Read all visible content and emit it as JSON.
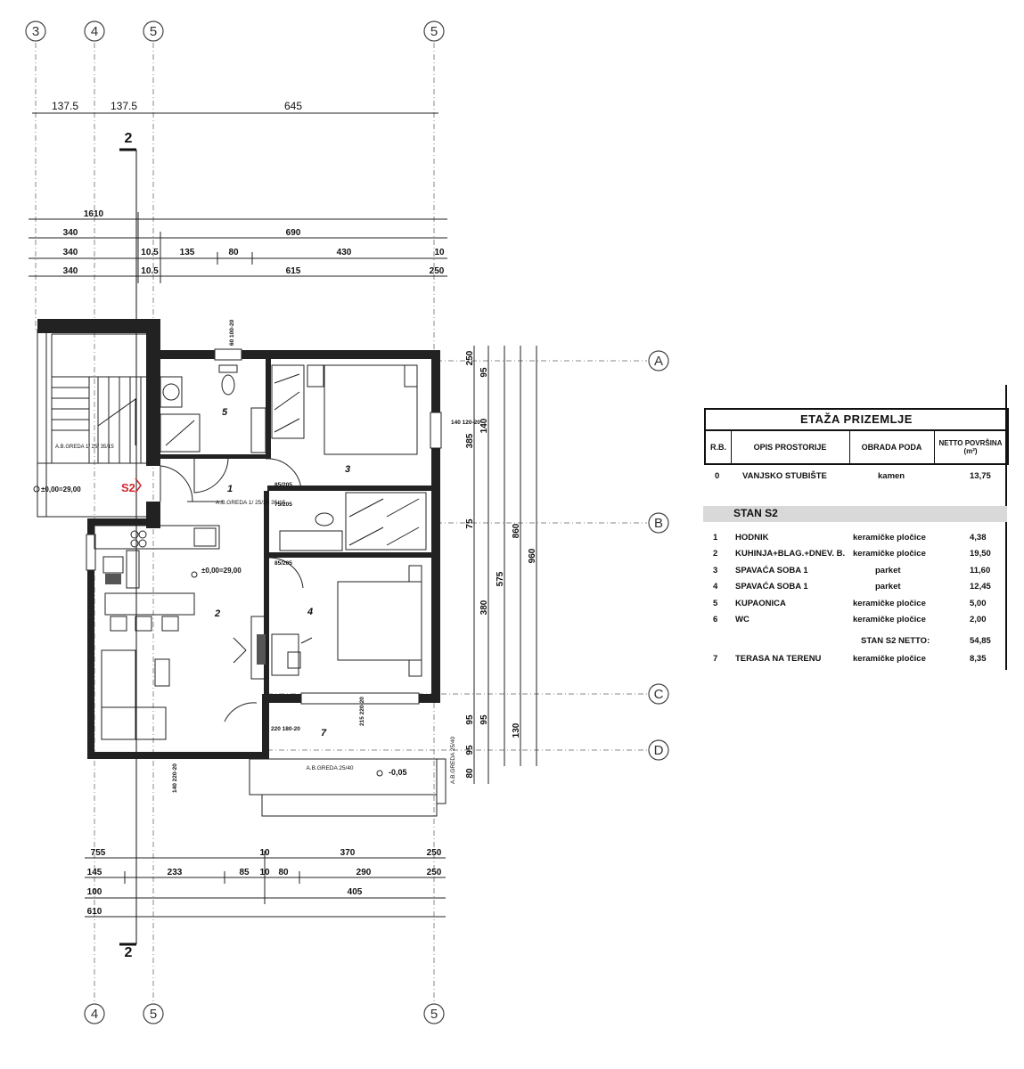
{
  "axes": {
    "top": [
      "3",
      "4",
      "5",
      "5"
    ],
    "right": [
      "A",
      "B",
      "C",
      "D"
    ],
    "bottom": [
      "4",
      "5",
      "5"
    ]
  },
  "section_marks": [
    "2",
    "2"
  ],
  "label_s2": "S2",
  "dims_top": {
    "row0": [
      "137.5",
      "137.5",
      "645"
    ],
    "row1": [
      "1610"
    ],
    "row2": [
      "340",
      "690"
    ],
    "row3": [
      "340",
      "10.5",
      "135",
      "80",
      "430",
      "10"
    ],
    "row4": [
      "340",
      "10.5",
      "615",
      "250"
    ]
  },
  "dims_bottom": {
    "row1": [
      "755",
      "10",
      "370",
      "250"
    ],
    "row2": [
      "145",
      "233",
      "85",
      "10",
      "80",
      "290",
      "250"
    ],
    "row3": [
      "100",
      "405"
    ],
    "row4": [
      "610"
    ]
  },
  "dims_right": [
    "250",
    "95",
    "140",
    "385",
    "75",
    "575",
    "380",
    "860",
    "960",
    "95",
    "95",
    "95",
    "130",
    "80"
  ],
  "rooms": [
    "1",
    "2",
    "3",
    "4",
    "5",
    "7"
  ],
  "annotations": {
    "level_left": "±0,00=29,00",
    "level_living": "±0,00=29,00",
    "level_terrace": "-0,05",
    "beam_stair": "A.B.GREDA 1/ 25/ 35/15",
    "beam_hall": "A.B.GREDA 1/ 25/20 35/15",
    "beam_terrace": "A.B.GREDA 25/40",
    "beam_terrace_right": "A.B.GREDA 25/40",
    "door_90": "85/205",
    "door_bath": "75/205",
    "door_room4": "85/205",
    "win_a": "60 100-20",
    "win_b": "140 120-20",
    "win_c": "215 220-20",
    "win_d": "140 220-20",
    "win_e": "220 180-20"
  },
  "legend": {
    "title": "ETAŽA PRIZEMLJE",
    "headers": [
      "R.B.",
      "OPIS PROSTORIJE",
      "OBRADA PODA",
      "NETTO POVRŠINA (m²)"
    ],
    "first_row": {
      "rb": "0",
      "name": "VANJSKO STUBIŠTE",
      "finish": "kamen",
      "area": "13,75"
    },
    "section": "STAN S2",
    "rows": [
      {
        "rb": "1",
        "name": "HODNIK",
        "finish": "keramičke pločice",
        "area": "4,38"
      },
      {
        "rb": "2",
        "name": "KUHINJA+BLAG.+DNEV. B.",
        "finish": "keramičke pločice",
        "area": "19,50"
      },
      {
        "rb": "3",
        "name": "SPAVAĆA SOBA 1",
        "finish": "parket",
        "area": "11,60"
      },
      {
        "rb": "4",
        "name": "SPAVAĆA SOBA 1",
        "finish": "parket",
        "area": "12,45"
      },
      {
        "rb": "5",
        "name": "KUPAONICA",
        "finish": "keramičke pločice",
        "area": "5,00"
      },
      {
        "rb": "6",
        "name": "WC",
        "finish": "keramičke pločice",
        "area": "2,00"
      }
    ],
    "netto_label": "STAN S2 NETTO:",
    "netto_value": "54,85",
    "last_row": {
      "rb": "7",
      "name": "TERASA NA TERENU",
      "finish": "keramičke pločice",
      "area": "8,35"
    }
  }
}
